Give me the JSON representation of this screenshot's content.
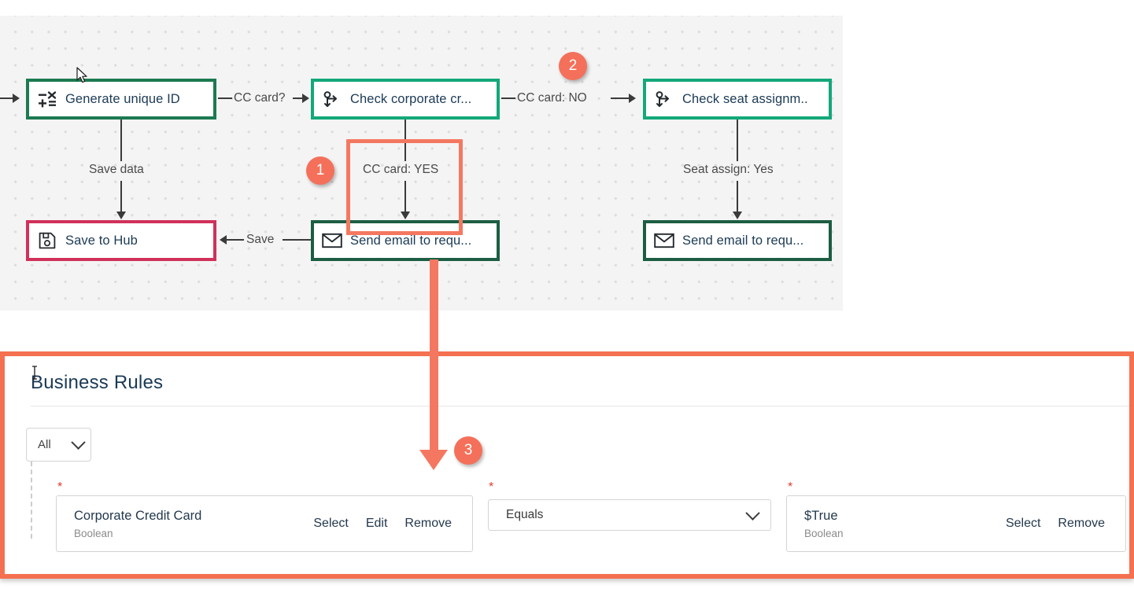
{
  "flow": {
    "nodes": [
      {
        "id": "generate-unique-id",
        "label": "Generate unique ID",
        "icon": "math-operations-icon",
        "border": "#1c7a51"
      },
      {
        "id": "check-corporate-credit",
        "label": "Check corporate cr...",
        "icon": "decision-branch-icon",
        "border": "#14a87a"
      },
      {
        "id": "check-seat-assignment",
        "label": "Check seat assignm..",
        "icon": "decision-branch-icon",
        "border": "#14a87a"
      },
      {
        "id": "save-to-hub",
        "label": "Save to Hub",
        "icon": "save-disk-icon",
        "border": "#d0315b"
      },
      {
        "id": "send-email-requester-1",
        "label": "Send email to requ...",
        "icon": "envelope-icon",
        "border": "#1c5e43"
      },
      {
        "id": "send-email-requester-2",
        "label": "Send email to requ...",
        "icon": "envelope-icon",
        "border": "#1c5e43"
      }
    ],
    "edge_labels": {
      "cc_card_question": "CC card?",
      "cc_card_no": "CC card: NO",
      "cc_card_yes": "CC card: YES",
      "save_data": "Save data",
      "save": "Save",
      "seat_assign_yes": "Seat assign: Yes"
    }
  },
  "badges": [
    {
      "number": "1"
    },
    {
      "number": "2"
    },
    {
      "number": "3"
    }
  ],
  "rules": {
    "title": "Business Rules",
    "scope_select": {
      "value": "All"
    },
    "row": {
      "left_field": {
        "name": "Corporate Credit Card",
        "type": "Boolean",
        "actions": [
          "Select",
          "Edit",
          "Remove"
        ]
      },
      "operator": {
        "value": "Equals"
      },
      "right_field": {
        "name": "$True",
        "type": "Boolean",
        "actions": [
          "Select",
          "Remove"
        ]
      }
    },
    "required_marker": "*"
  },
  "colors": {
    "accent_orange": "#f47050",
    "badge": "#f4705a",
    "green_dark": "#1c7a51",
    "green_bright": "#14a87a",
    "green_email": "#1c5e43",
    "pink": "#d0315b",
    "text": "#1b3a55"
  }
}
